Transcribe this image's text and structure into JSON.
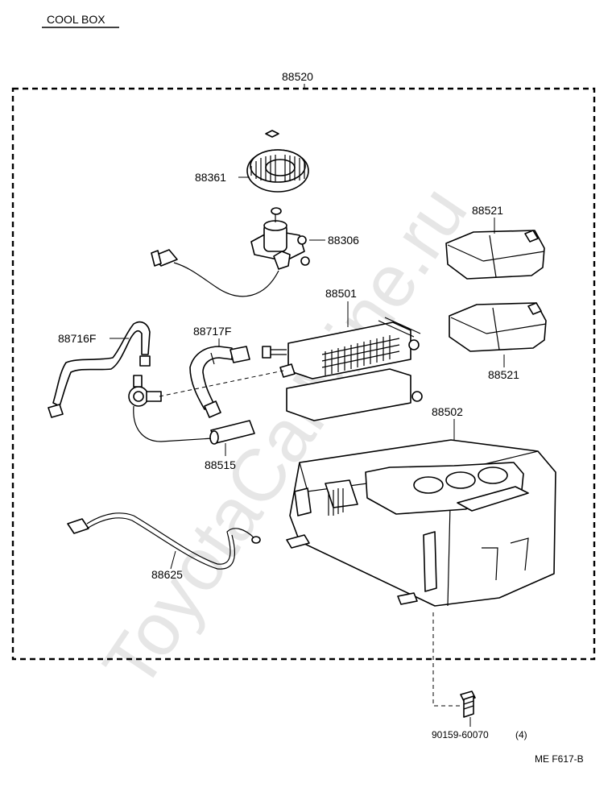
{
  "title": "COOL BOX",
  "watermark": "ToyotaCarMine.ru",
  "diagram_code": "ME F617-B",
  "parts": {
    "assembly": "88520",
    "blower_fan": "88361",
    "blower_motor": "88306",
    "evaporator": "88501",
    "cover_upper": "88521",
    "cover_lower": "88521",
    "tube_left": "88716F",
    "tube_right": "88717F",
    "thermistor": "88515",
    "case": "88502",
    "wire_harness": "88625",
    "screw": "90159-60070",
    "screw_qty": "(4)"
  }
}
